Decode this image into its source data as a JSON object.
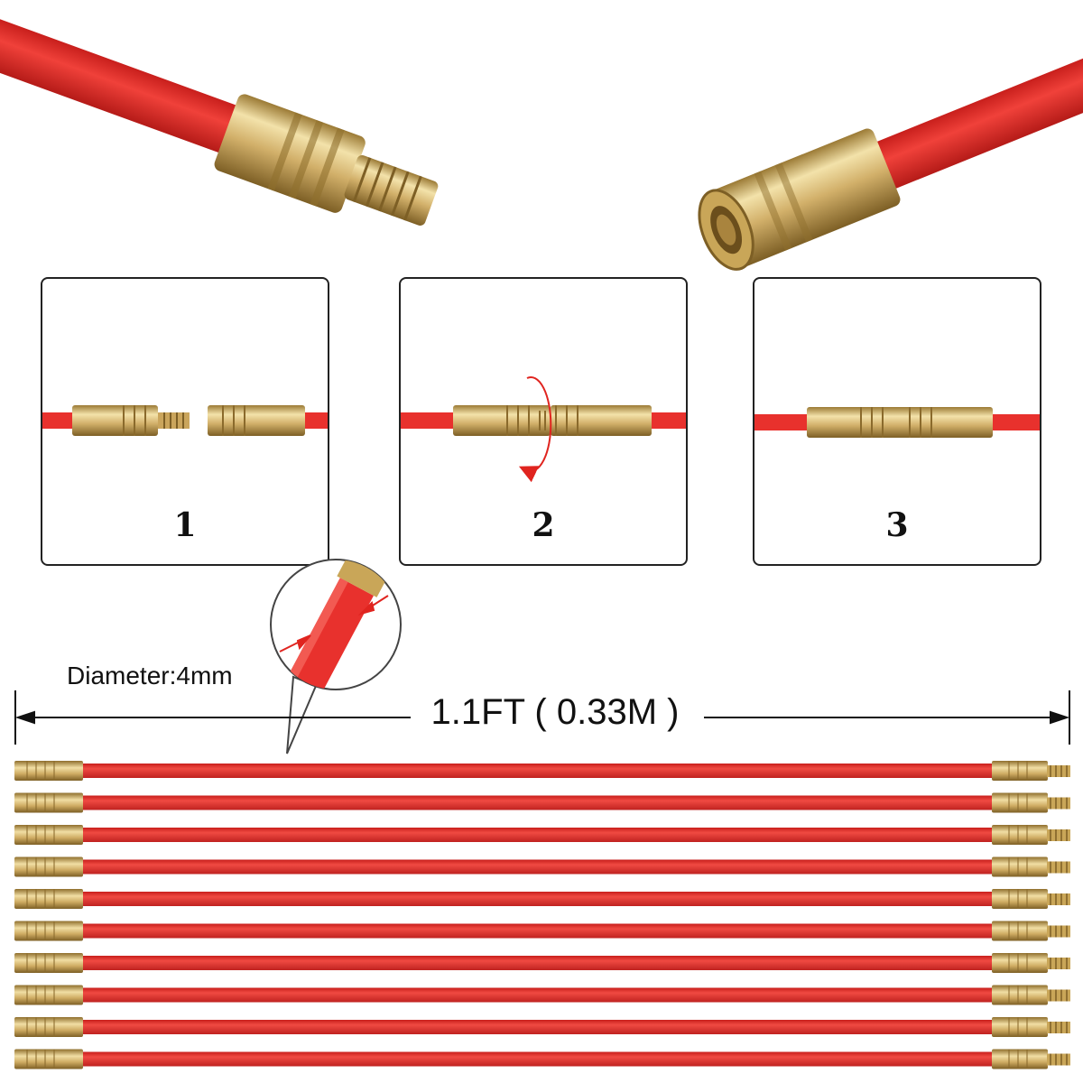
{
  "steps": [
    {
      "number": "1"
    },
    {
      "number": "2"
    },
    {
      "number": "3"
    }
  ],
  "diameter_label": "Diameter:4mm",
  "length_label": "1.1FT ( 0.33M )",
  "rod_count": 10,
  "colors": {
    "rod_red": "#e8312d",
    "rod_red_dark": "#b81f1c",
    "brass": "#d3b26a",
    "brass_dark": "#8a6a2c",
    "brass_light": "#f1dea4",
    "arrow_red": "#e0241f"
  },
  "icons": {
    "rotate": "rotate-arrow-icon",
    "dimension_arrows": "double-arrow-icon"
  }
}
